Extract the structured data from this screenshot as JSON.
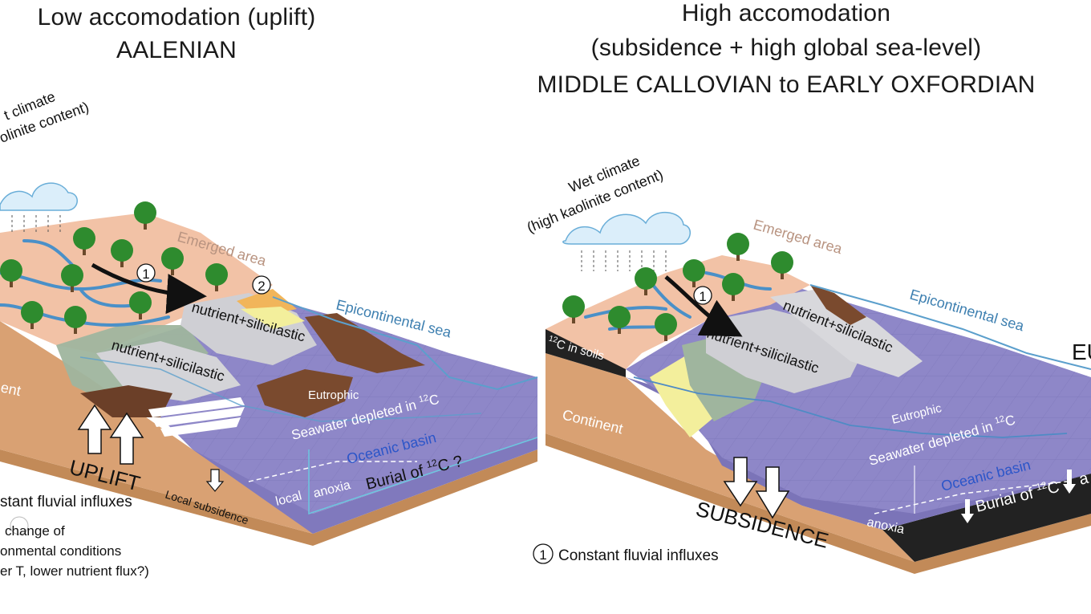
{
  "left_panel": {
    "title_line1": "Low accomodation (uplift)",
    "title_line2": "AALENIAN",
    "climate_line1": "t climate",
    "climate_line2": "olinite content)",
    "emerged_area": "Emerged area",
    "epicontinental_sea": "Epicontinental sea",
    "nutrient_upper": "nutrient+silicilastic",
    "nutrient_lower": "nutrient+silicilastic",
    "eutrophic": "Eutrophic",
    "seawater": "Seawater depleted in",
    "seawater_isotope_sup": "12",
    "seawater_isotope_el": "C",
    "oceanic_basin": "Oceanic basin",
    "burial_prefix": "Burial of",
    "burial_sup": "12",
    "burial_suffix": "C ?",
    "local_anoxia_1": "local",
    "local_anoxia_2": "anoxia",
    "continent": "ent",
    "uplift": "UPLIFT",
    "local_subsidence": "Local subsidence",
    "marker_1": "1",
    "marker_2": "2",
    "legend_line1": "stant fluvial influxes",
    "legend_line2": "change of",
    "legend_line3": "onmental conditions",
    "legend_line4": "er T, lower nutrient flux?)"
  },
  "right_panel": {
    "title_line1": "High accomodation",
    "title_line2": "(subsidence + high global sea-level)",
    "title_line3": "MIDDLE CALLOVIAN to EARLY OXFORDIAN",
    "climate_line1": "Wet climate",
    "climate_line2": "(high kaolinite content)",
    "emerged_area": "Emerged area",
    "epicontinental_sea": "Epicontinental sea",
    "nutrient_upper": "nutrient+silicilastic",
    "nutrient_lower": "nutrient+silicilastic",
    "soils_sup": "12",
    "soils_text": "C in soils",
    "continent": "Continent",
    "eutrophic": "Eutrophic",
    "seawater": "Seawater depleted in",
    "seawater_isotope_sup": "12",
    "seawater_isotope_el": "C",
    "oceanic_basin": "Oceanic basin",
    "burial_prefix": "Burial of",
    "burial_sup": "12",
    "burial_suffix": "C",
    "burial_cut": "a",
    "anoxia": "anoxia",
    "subsidence": "SUBSIDENCE",
    "edge_label": "EU",
    "marker_1": "1",
    "legend_line1": "Constant fluvial influxes"
  },
  "colors": {
    "land": "#f2c2a6",
    "continent_side": "#d9a173",
    "soil_base": "#c28a58",
    "ocean": "#8e87c8",
    "ocean_side": "#7b74b8",
    "river": "#4a90c8",
    "sea_line": "#5b9fcc",
    "sediment_grey": "#cfcfd4",
    "sediment_green": "#9fb59e",
    "sediment_yellow": "#f3ef9c",
    "sediment_brown": "#7a4a2e",
    "orange_patch": "#f1b55a",
    "black_layer": "#222222",
    "tree_green": "#2e8b2e",
    "tree_trunk": "#6b4a2b"
  }
}
